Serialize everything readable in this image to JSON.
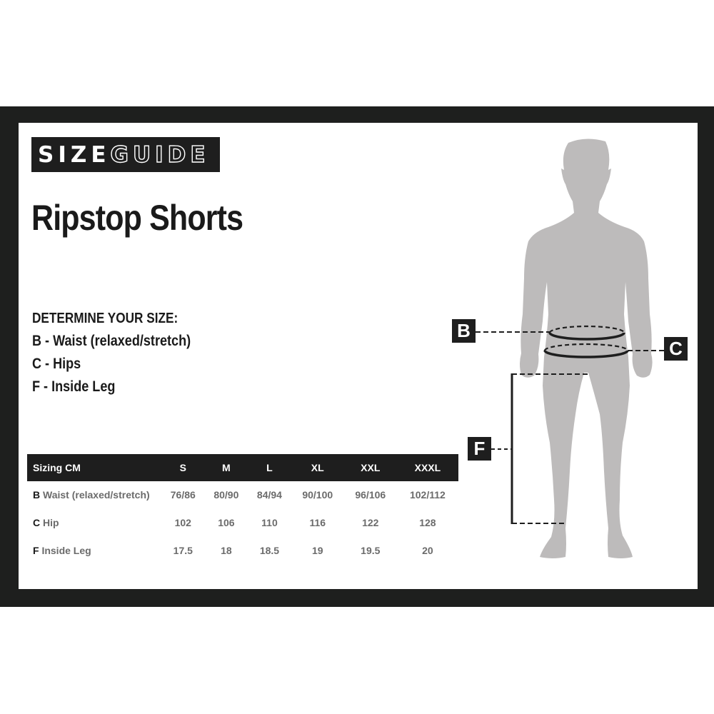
{
  "header": {
    "logo_solid": "SIZE",
    "logo_outline": "GUIDE",
    "title": "Ripstop Shorts"
  },
  "instructions": {
    "heading": "DETERMINE YOUR SIZE:",
    "items": [
      "B - Waist (relaxed/stretch)",
      "C - Hips",
      "F - Inside Leg"
    ]
  },
  "table": {
    "header_label": "Sizing CM",
    "columns": [
      "S",
      "M",
      "L",
      "XL",
      "XXL",
      "XXXL"
    ],
    "rows": [
      {
        "code": "B",
        "label": "Waist (relaxed/stretch)",
        "values": [
          "76/86",
          "80/90",
          "84/94",
          "90/100",
          "96/106",
          "102/112"
        ]
      },
      {
        "code": "C",
        "label": "Hip",
        "values": [
          "102",
          "106",
          "110",
          "116",
          "122",
          "128"
        ]
      },
      {
        "code": "F",
        "label": "Inside Leg",
        "values": [
          "17.5",
          "18",
          "18.5",
          "19",
          "19.5",
          "20"
        ]
      }
    ]
  },
  "diagram": {
    "markers": {
      "waist": "B",
      "hips": "C",
      "inside_leg": "F"
    }
  },
  "colors": {
    "frame": "#1e1f1e",
    "silhouette": "#bdbbbb",
    "text_dark": "#1a1a1a",
    "text_muted": "#6b6b6b"
  }
}
